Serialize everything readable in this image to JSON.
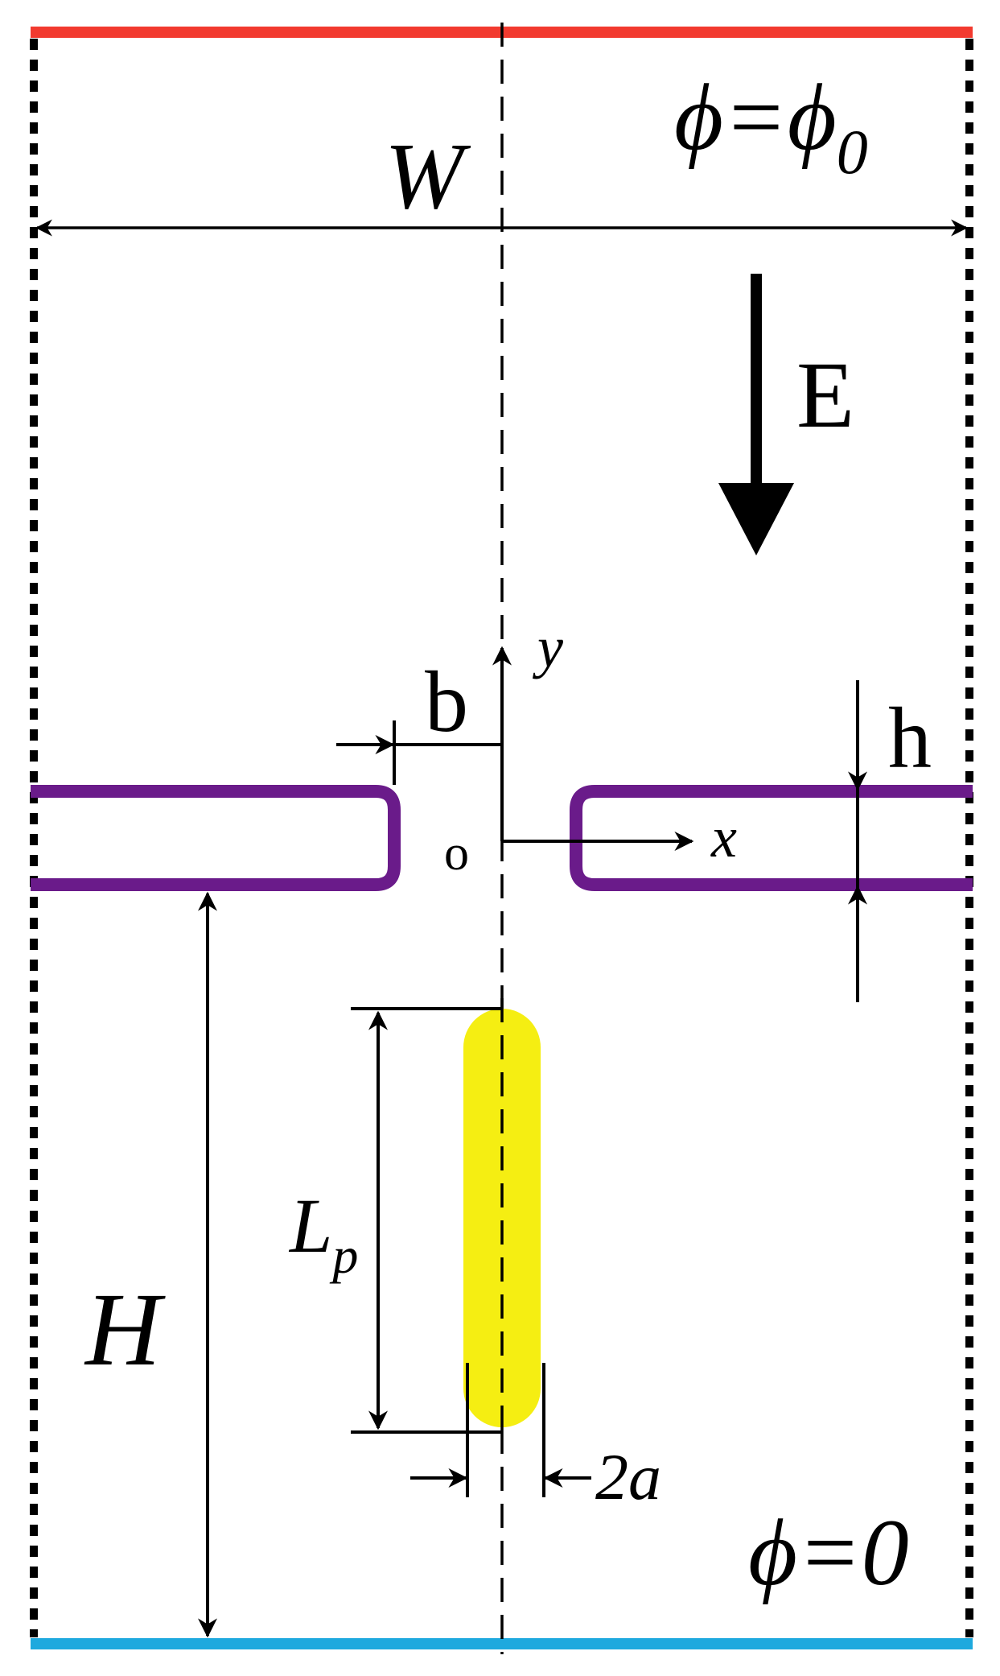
{
  "diagram": {
    "labels": {
      "width": "W",
      "phi_top_main": "ϕ=ϕ",
      "phi_top_sub": "0",
      "field": "E",
      "y_axis": "y",
      "x_axis": "x",
      "origin": "o",
      "gap": "b",
      "thickness": "h",
      "height": "H",
      "length_main": "L",
      "length_sub": "p",
      "diameter": "2a",
      "phi_bottom": "ϕ=0"
    },
    "colors": {
      "top_electrode": "#f23a2f",
      "bottom_electrode": "#1ea9de",
      "nanopore_membrane": "#6a1b8a",
      "particle": "#f5ee12",
      "lines": "#000000",
      "background": "#ffffff"
    }
  }
}
